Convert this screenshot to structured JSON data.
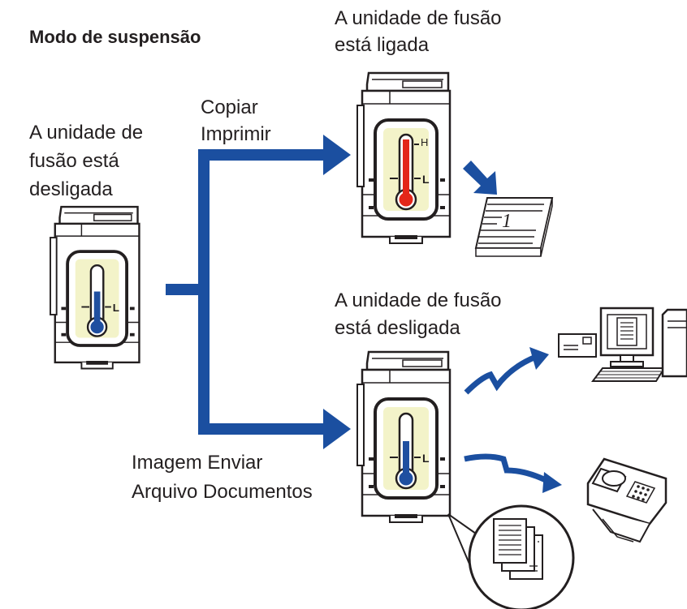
{
  "title": "Modo de suspensão",
  "left_label": [
    "A unidade de",
    "fusão está",
    "desligada"
  ],
  "top_right_label": [
    "A unidade de fusão",
    "está ligada"
  ],
  "upper_branch_label": [
    "Copiar",
    "Imprimir"
  ],
  "bottom_right_label": [
    "A unidade de fusão",
    "está desligada"
  ],
  "lower_branch_label": [
    "Imagem Enviar",
    "Arquivo Documentos"
  ],
  "thermometers": {
    "left": {
      "marks": [
        "L"
      ],
      "fill_color": "#1f4fa0",
      "level": "low"
    },
    "top": {
      "marks": [
        "H",
        "L"
      ],
      "fill_color": "#e32619",
      "level": "high"
    },
    "bottom": {
      "marks": [
        "L"
      ],
      "fill_color": "#1f4fa0",
      "level": "low"
    }
  },
  "page_number": "1",
  "colors": {
    "arrow": "#1b4fa0",
    "panel": "#f3f3c9",
    "outline": "#231f20"
  }
}
